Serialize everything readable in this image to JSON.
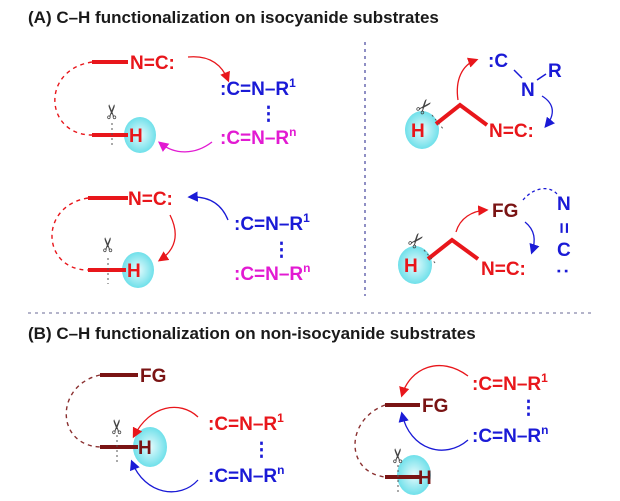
{
  "section_a": {
    "title": "(A) C–H functionalization on isocyanide substrates"
  },
  "section_b": {
    "title": "(B) C–H functionalization on non-isocyanide substrates"
  },
  "labels": {
    "isocyanide": "N=C:",
    "isocyanide_reagent": ":C=N–R",
    "sup_1": "1",
    "sup_n": "n",
    "hydrogen": "H",
    "functional_group": "FG",
    "carbene_c": ":C",
    "nitrogen": "N",
    "r_group": "R",
    "carbon": "C",
    "dots": "⋮",
    "lone_pair": ":",
    "triple": "="
  },
  "icons": {
    "scissors": "✂"
  },
  "colors": {
    "red": "#e8161b",
    "blue": "#1a1ad6",
    "magenta": "#e21ad2",
    "dark_red": "#7a1414",
    "cyan": "#7fe8ef"
  }
}
